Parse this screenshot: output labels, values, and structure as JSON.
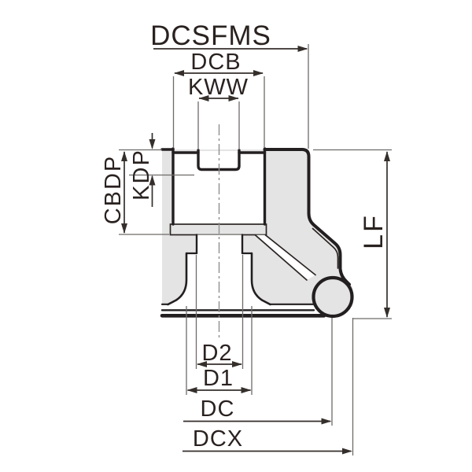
{
  "figure": {
    "type": "technical-dimension-diagram",
    "description": "Cross-section catalog drawing of a face milling cutter body with round insert and dimension symbols",
    "labels": {
      "dcsfms": "DCSFMS",
      "dcb": "DCB",
      "kww": "KWW",
      "kdp": "KDP",
      "cbdp": "CBDP",
      "lf": "LF",
      "d2": "D2",
      "d1": "D1",
      "dc": "DC",
      "dcx": "DCX"
    },
    "colors": {
      "background": "#ffffff",
      "body_fill": "#e4e4e4",
      "outline": "#231f20",
      "dimension_lines": "#352f2c",
      "extension_lines": "#6e6b69",
      "centerline": "#8f8f8f",
      "label_text": "#2a2220"
    }
  }
}
